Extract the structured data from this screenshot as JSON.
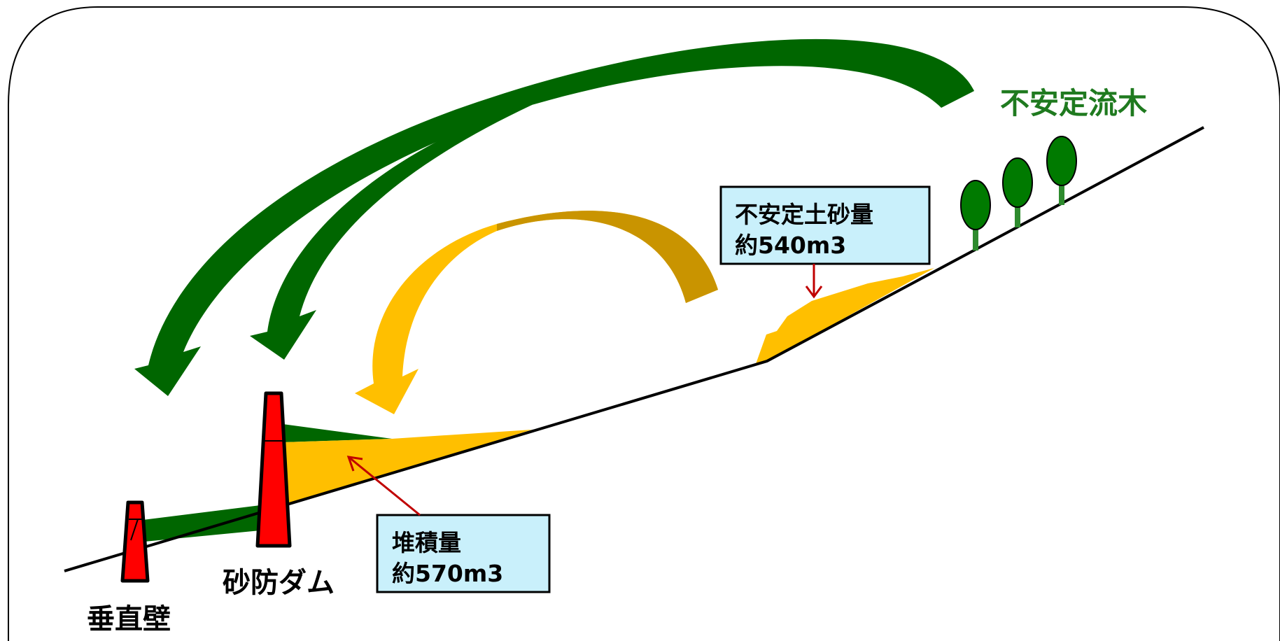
{
  "title_unstable_wood": "不安定流木",
  "label_unstable_sediment_line1": "不安定土砂量",
  "label_unstable_sediment_line2": "約540m3",
  "label_deposit_line1": "堆積量",
  "label_deposit_line2": "約570m3",
  "label_sabo_dam": "砂防ダム",
  "label_vertical_wall": "垂直壁",
  "colors": {
    "green_dark": "#006600",
    "green_label": "#1f7a1f",
    "sediment_yellow": "#ffbf00",
    "sediment_arrow_dark": "#c99400",
    "dam_red": "#ff0000",
    "callout_fill": "#c9f0fb",
    "pointer_red": "#c00000",
    "tree_green": "#007a00",
    "trunk_green": "#2e8b2e"
  },
  "icons": [
    "tree-icon",
    "tree-icon",
    "tree-icon"
  ]
}
